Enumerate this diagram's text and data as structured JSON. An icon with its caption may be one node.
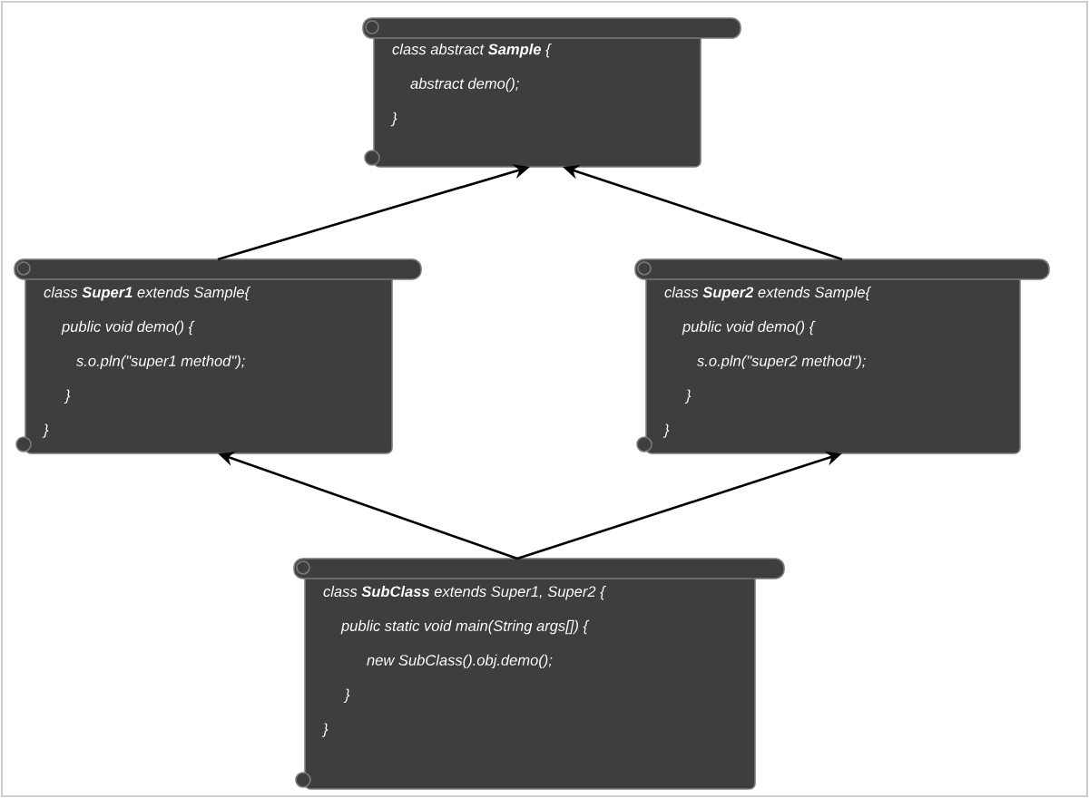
{
  "diagram": {
    "nodes": [
      {
        "text": [
          "class abstract **Sample** {",
          "abstract demo();",
          "}"
        ]
      },
      {
        "text": [
          "class **Super1** extends Sample{",
          "public void demo() {",
          "s.o.pln(\"super1 method\");",
          "}",
          "}"
        ]
      },
      {
        "text": [
          "class **Super2** extends Sample{",
          "public void demo() {",
          "s.o.pln(\"super2 method\");",
          "}",
          "}"
        ]
      },
      {
        "text": [
          "class **SubClass** extends Super1, Super2 {",
          "public static void main(String args[]) {",
          "new SubClass().obj.demo();",
          "}",
          "}"
        ]
      }
    ],
    "edges": [
      {
        "from": 1,
        "to": 0,
        "arrow": "to"
      },
      {
        "from": 2,
        "to": 0,
        "arrow": "to"
      },
      {
        "from": 3,
        "to": 1,
        "arrow": "to"
      },
      {
        "from": 3,
        "to": 2,
        "arrow": "to"
      }
    ]
  }
}
